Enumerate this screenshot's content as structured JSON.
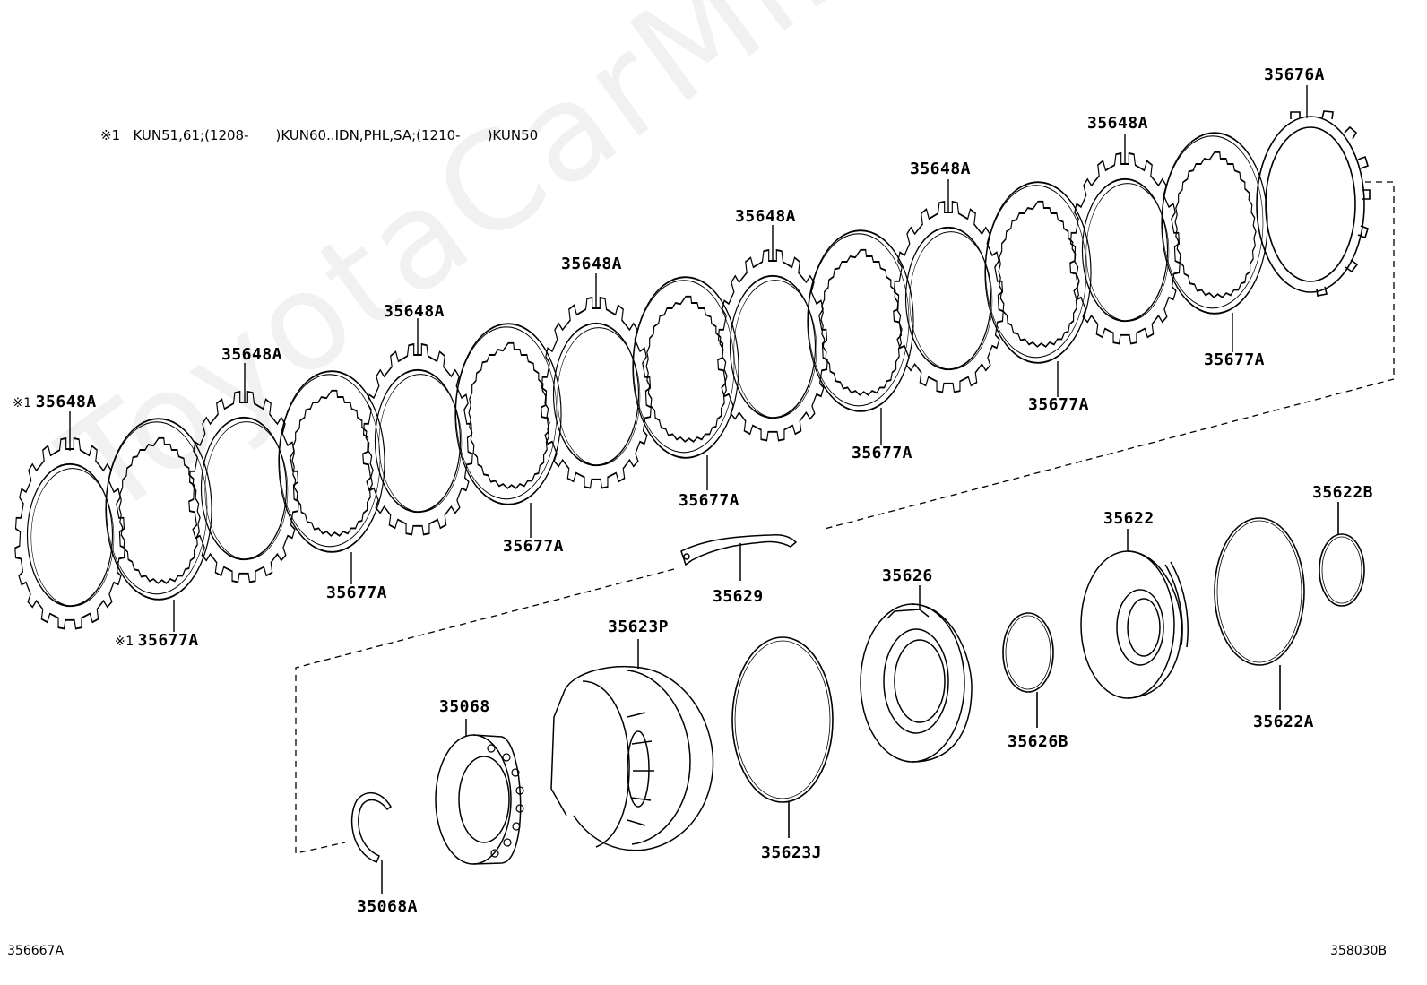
{
  "watermark": "ToyotaCarMirror.ru",
  "footnote": {
    "mark": "※1",
    "text": "KUN51,61;(1208-　　)KUN60..IDN,PHL,SA;(1210-　　)KUN50"
  },
  "figure_codes": {
    "left": "356667A",
    "right": "358030B"
  },
  "parts": {
    "p35676A": "35676A",
    "p35648A": "35648A",
    "p35677A": "35677A",
    "p35622B": "35622B",
    "p35622": "35622",
    "p35626": "35626",
    "p35629": "35629",
    "p35623P": "35623P",
    "p35068": "35068",
    "p35626B": "35626B",
    "p35622A": "35622A",
    "p35623J": "35623J",
    "p35068A": "35068A"
  },
  "marks": {
    "ref1": "※1"
  }
}
